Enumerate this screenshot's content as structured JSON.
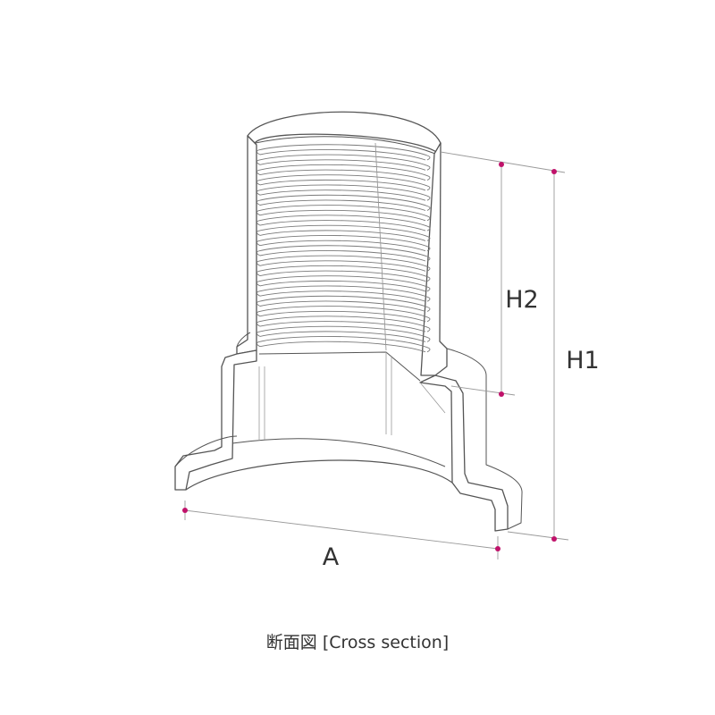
{
  "dimensions": {
    "a_label": "A",
    "h1_label": "H1",
    "h2_label": "H2"
  },
  "caption": "断面図 [Cross section]",
  "colors": {
    "outline": "#555555",
    "thin_line": "#9a9a9a",
    "marker": "#c0126a",
    "text": "#333333"
  }
}
